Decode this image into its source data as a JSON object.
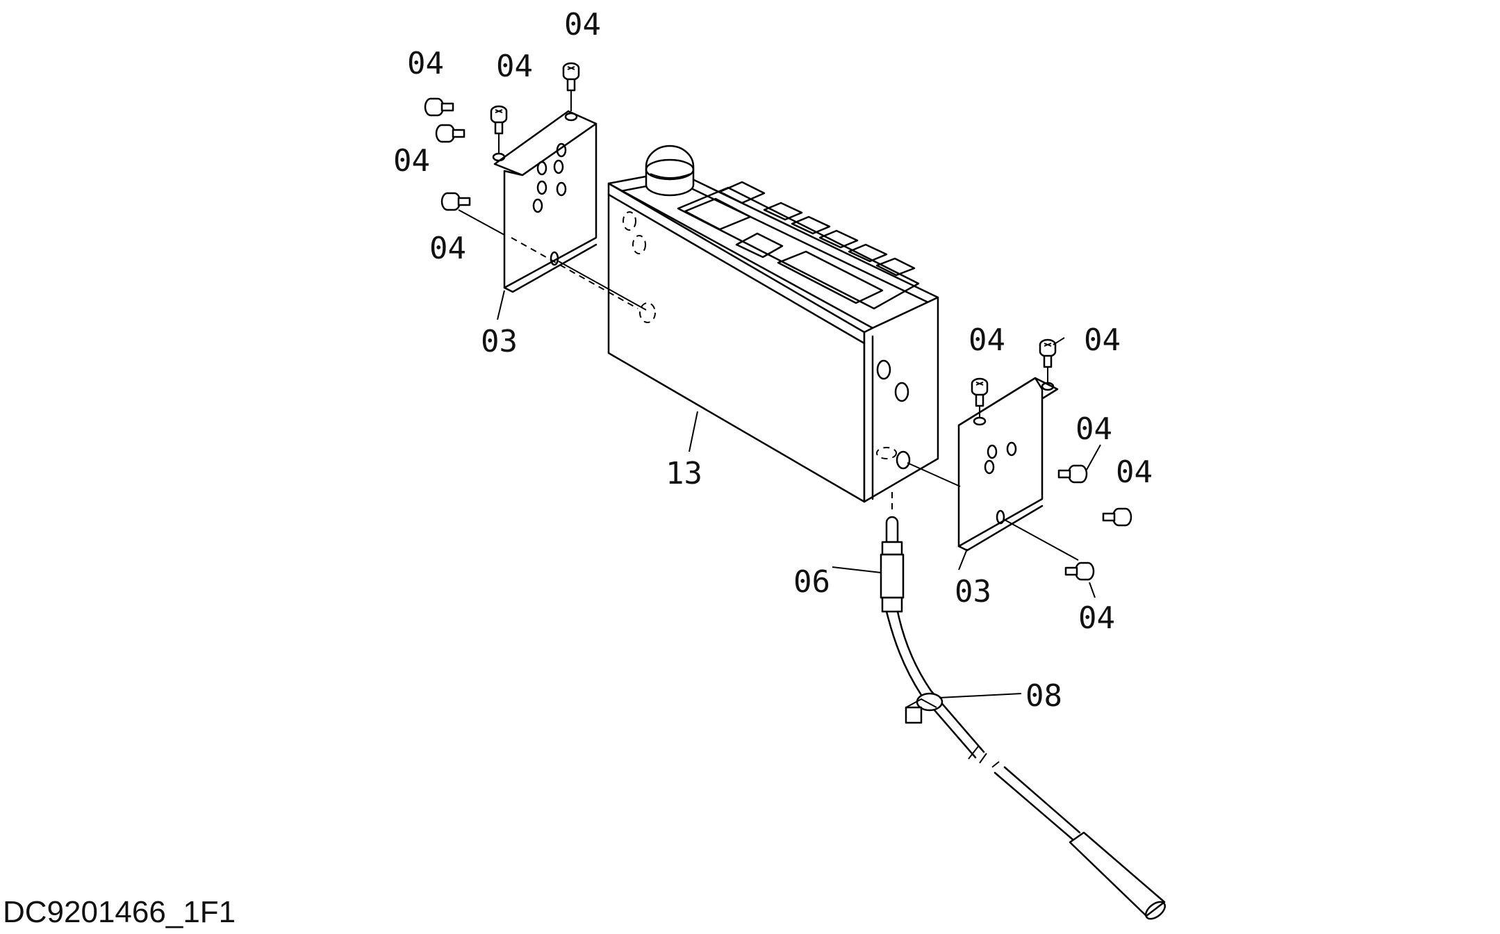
{
  "drawing_code": "DC9201466_1F1",
  "callouts": {
    "bolt_label": "04",
    "bracket_label": "03",
    "monitor_label": "13",
    "sensor_label": "06",
    "clamp_label": "08"
  }
}
